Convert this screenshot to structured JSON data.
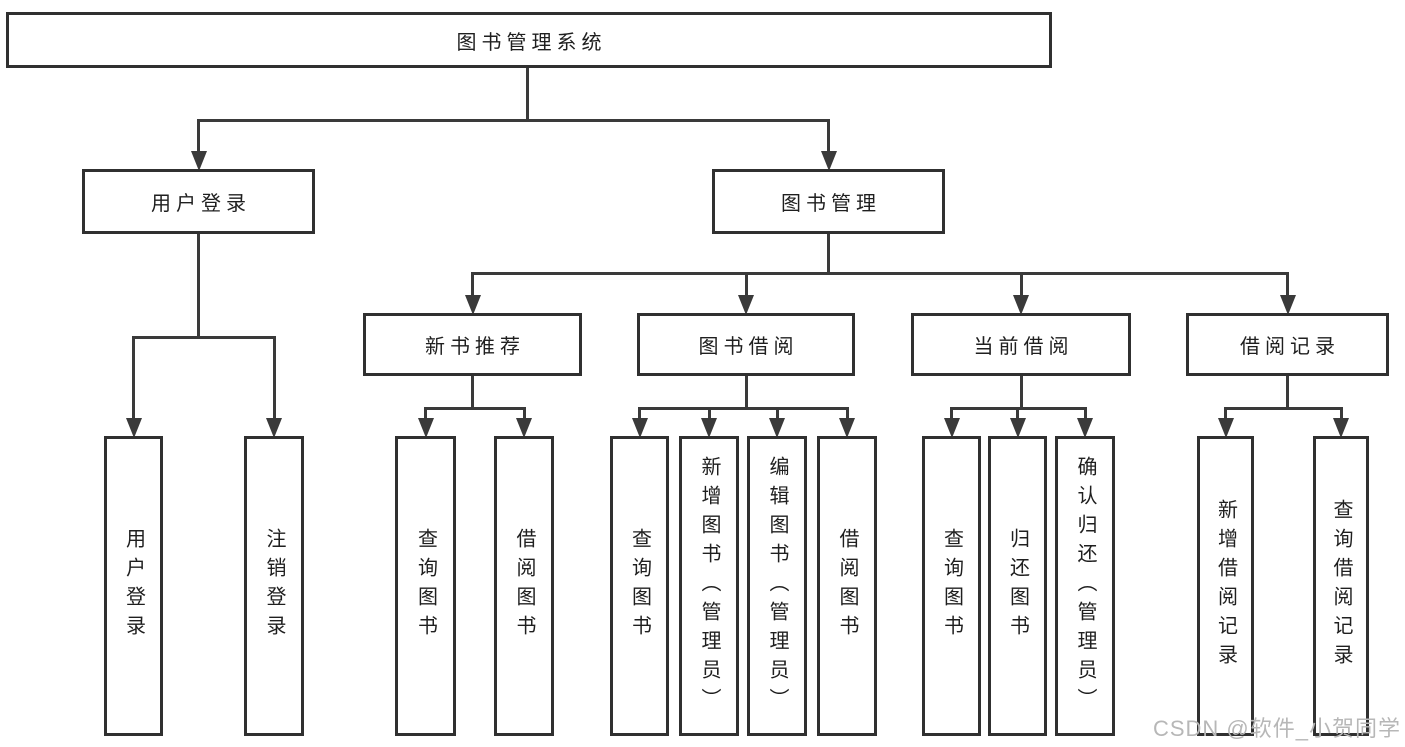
{
  "diagram_title": "图书管理系统",
  "watermark": "CSDN @软件_小贺同学",
  "nodes": [
    {
      "id": "root",
      "label": "图书管理系统",
      "parent": null,
      "level": 1
    },
    {
      "id": "user-login",
      "label": "用户登录",
      "parent": "root",
      "level": 2
    },
    {
      "id": "book-mgmt",
      "label": "图书管理",
      "parent": "root",
      "level": 2
    },
    {
      "id": "new-book-rec",
      "label": "新书推荐",
      "parent": "book-mgmt",
      "level": 3
    },
    {
      "id": "book-borrow",
      "label": "图书借阅",
      "parent": "book-mgmt",
      "level": 3
    },
    {
      "id": "current-borrow",
      "label": "当前借阅",
      "parent": "book-mgmt",
      "level": 3
    },
    {
      "id": "borrow-record",
      "label": "借阅记录",
      "parent": "book-mgmt",
      "level": 3
    },
    {
      "id": "login-user",
      "label": "用户登录",
      "parent": "user-login",
      "level": 4
    },
    {
      "id": "login-logout",
      "label": "注销登录",
      "parent": "user-login",
      "level": 4
    },
    {
      "id": "nb-query",
      "label": "查询图书",
      "parent": "new-book-rec",
      "level": 4
    },
    {
      "id": "nb-borrow",
      "label": "借阅图书",
      "parent": "new-book-rec",
      "level": 4
    },
    {
      "id": "bb-query",
      "label": "查询图书",
      "parent": "book-borrow",
      "level": 4
    },
    {
      "id": "bb-add",
      "label": "新增图书（管理员）",
      "parent": "book-borrow",
      "level": 4
    },
    {
      "id": "bb-edit",
      "label": "编辑图书（管理员）",
      "parent": "book-borrow",
      "level": 4
    },
    {
      "id": "bb-borrow",
      "label": "借阅图书",
      "parent": "book-borrow",
      "level": 4
    },
    {
      "id": "cb-query",
      "label": "查询图书",
      "parent": "current-borrow",
      "level": 4
    },
    {
      "id": "cb-return",
      "label": "归还图书",
      "parent": "current-borrow",
      "level": 4
    },
    {
      "id": "cb-confirm",
      "label": "确认归还（管理员）",
      "parent": "current-borrow",
      "level": 4
    },
    {
      "id": "rec-add",
      "label": "新增借阅记录",
      "parent": "borrow-record",
      "level": 4
    },
    {
      "id": "rec-query",
      "label": "查询借阅记录",
      "parent": "borrow-record",
      "level": 4
    }
  ],
  "colors": {
    "box_border": "#303030",
    "connector": "#3a3a3a",
    "text": "#1f1f1f",
    "watermark": "#b7b7b7",
    "background": "#ffffff"
  }
}
